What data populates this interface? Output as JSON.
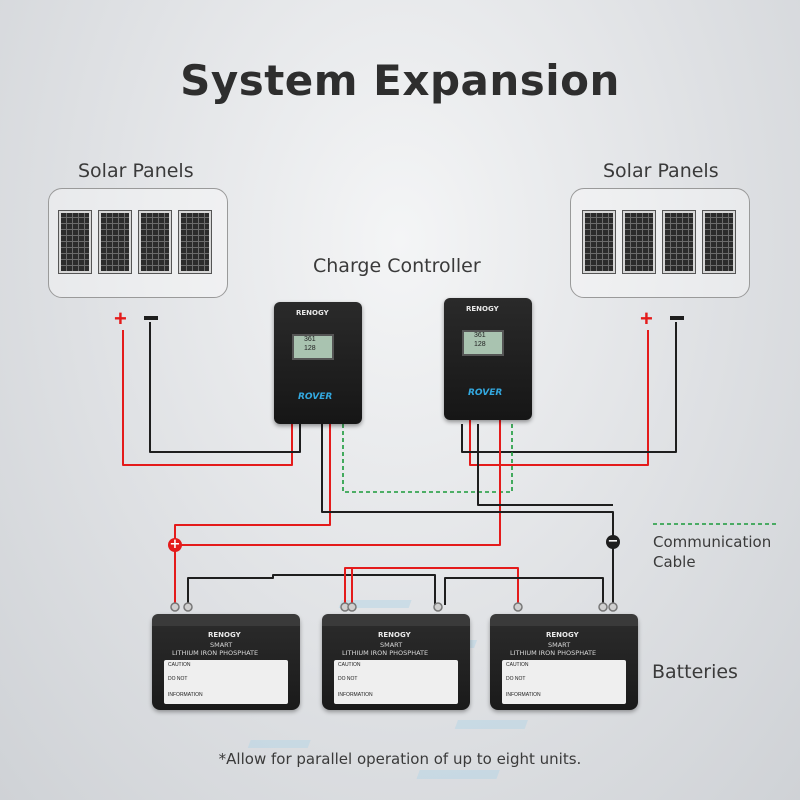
{
  "title": "System Expansion",
  "labels": {
    "solar_left": "Solar Panels",
    "solar_right": "Solar Panels",
    "charge_controller": "Charge Controller",
    "comm_cable_line1": "Communication",
    "comm_cable_line2": "Cable",
    "batteries": "Batteries"
  },
  "controller": {
    "brand": "RENOGY",
    "model": "ROVER",
    "lcd_top": "361",
    "lcd_bottom": "128"
  },
  "battery": {
    "brand": "RENOGY",
    "line1": "SMART",
    "line2": "LITHIUM IRON PHOSPHATE",
    "caution": "CAUTION",
    "donot": "DO NOT",
    "info": "INFORMATION"
  },
  "symbols": {
    "plus": "+",
    "minus": "−"
  },
  "footnote": "*Allow for parallel operation of up to eight units.",
  "colors": {
    "positive": "#e41b1b",
    "negative": "#1e1e1e",
    "comm": "#1a9a3a",
    "accent": "#33a9e0"
  }
}
